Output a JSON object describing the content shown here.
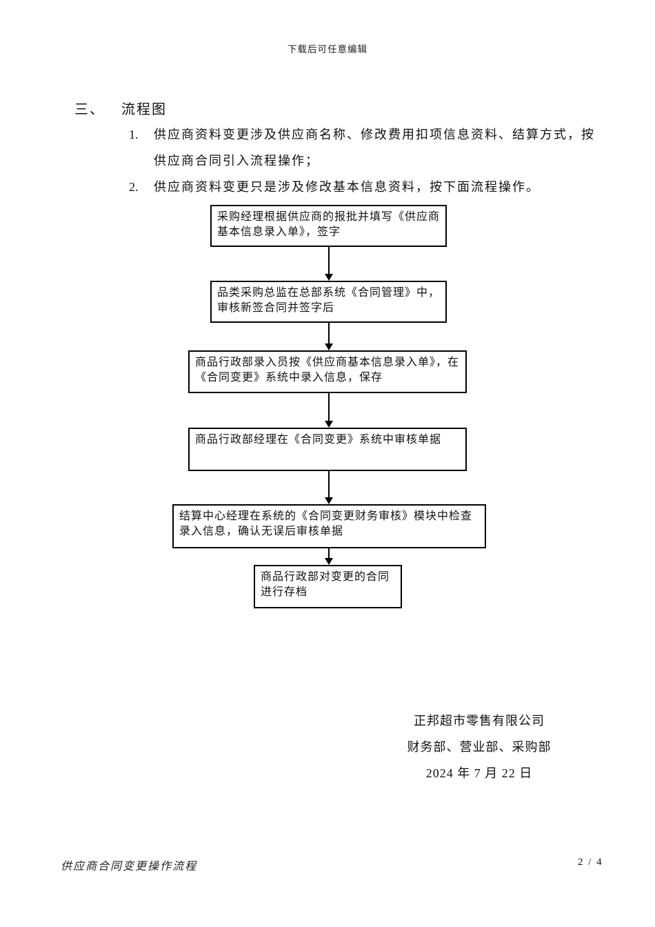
{
  "watermark": "下载后可任意编辑",
  "section": {
    "number": "三、",
    "title": "流程图"
  },
  "notes": [
    {
      "number": "1.",
      "text": "供应商资料变更涉及供应商名称、修改费用扣项信息资料、结算方式，按供应商合同引入流程操作；"
    },
    {
      "number": "2.",
      "text": "供应商资料变更只是涉及修改基本信息资料，按下面流程操作。"
    }
  ],
  "flowchart": {
    "steps": [
      {
        "text": "采购经理根据供应商的报批并填写《供应商基本信息录入单》，签字"
      },
      {
        "text": "品类采购总监在总部系统《合同管理》中，审核新签合同并签字后"
      },
      {
        "text": "商品行政部录入员按《供应商基本信息录入单》，在《合同变更》系统中录入信息，保存"
      },
      {
        "text": "商品行政部经理在《合同变更》系统中审核单据"
      },
      {
        "text": "结算中心经理在系统的《合同变更财务审核》模块中检查录入信息，确认无误后审核单据"
      },
      {
        "text": "商品行政部对变更的合同进行存档"
      }
    ]
  },
  "signature": {
    "company": "正邦超市零售有限公司",
    "departments": "财务部、营业部、采购部",
    "date": "2024 年 7 月 22 日"
  },
  "footer": {
    "doc_title": "供应商合同变更操作流程",
    "page": "2 / 4"
  }
}
